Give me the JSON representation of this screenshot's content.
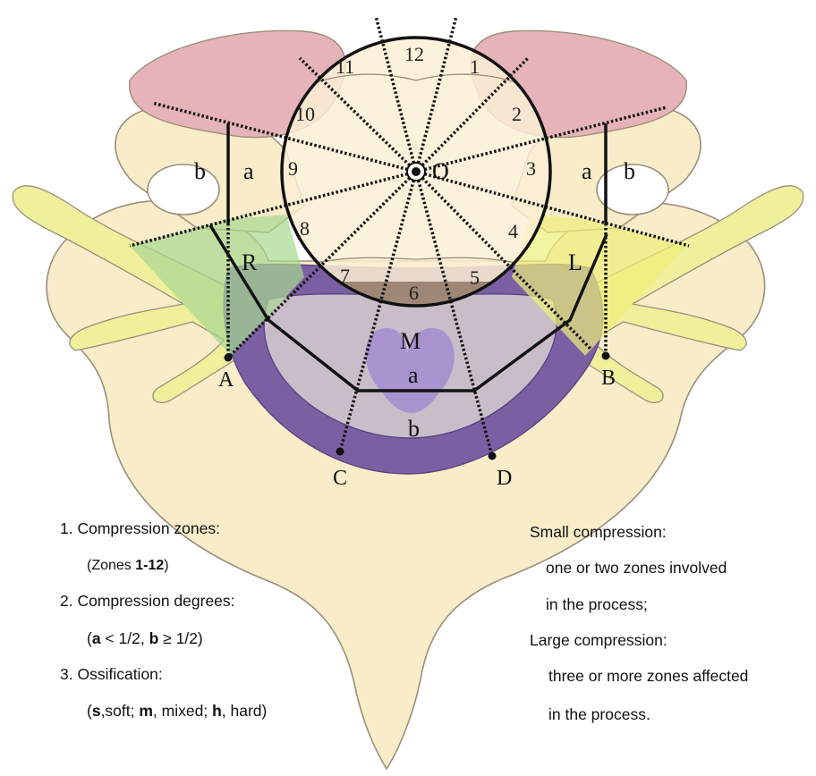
{
  "labels": {
    "center": "O",
    "right_zone": "R",
    "left_zone": "L",
    "middle_zone": "M",
    "point_a": "A",
    "point_b": "B",
    "point_c": "C",
    "point_d": "D",
    "degree_a": "a",
    "degree_b": "b"
  },
  "zones": [
    "1",
    "2",
    "3",
    "4",
    "5",
    "6",
    "7",
    "8",
    "9",
    "10",
    "11",
    "12"
  ],
  "legend_left": {
    "item1": "1. Compression zones:",
    "item1_detail_prefix": "(Zones ",
    "item1_detail_bold": "1-12",
    "item1_detail_suffix": ")",
    "item2": "2. Compression degrees:",
    "item2_detail_prefix": "(",
    "item2_a": "a",
    "item2_a_rule": " < 1/2,  ",
    "item2_b": "b",
    "item2_b_rule": " ≥ 1/2)",
    "item3": "3. Ossification:",
    "item3_open": "(",
    "item3_s": "s",
    "item3_s_desc": ",soft; ",
    "item3_m": "m",
    "item3_m_desc": ", mixed; ",
    "item3_h": "h",
    "item3_h_desc": ", hard)"
  },
  "legend_right": {
    "small_title": "Small compression:",
    "small_line1": "one or two zones involved",
    "small_line2": "in the process;",
    "large_title": "Large compression:",
    "large_line1": "three or more zones affected",
    "large_line2": "in the process."
  },
  "colors": {
    "bone": "#f8ecc9",
    "bone_outline": "#9a8f7a",
    "ligament": "#e5b3b8",
    "nerve": "#f0ef9c",
    "canal_inner": "#d8c4a8",
    "dura": "#7b5fa3",
    "cord": "#c9bdc9",
    "gray_matter": "#a893cf",
    "zone_R": "#a8d890",
    "zone_L": "#eef07a"
  }
}
